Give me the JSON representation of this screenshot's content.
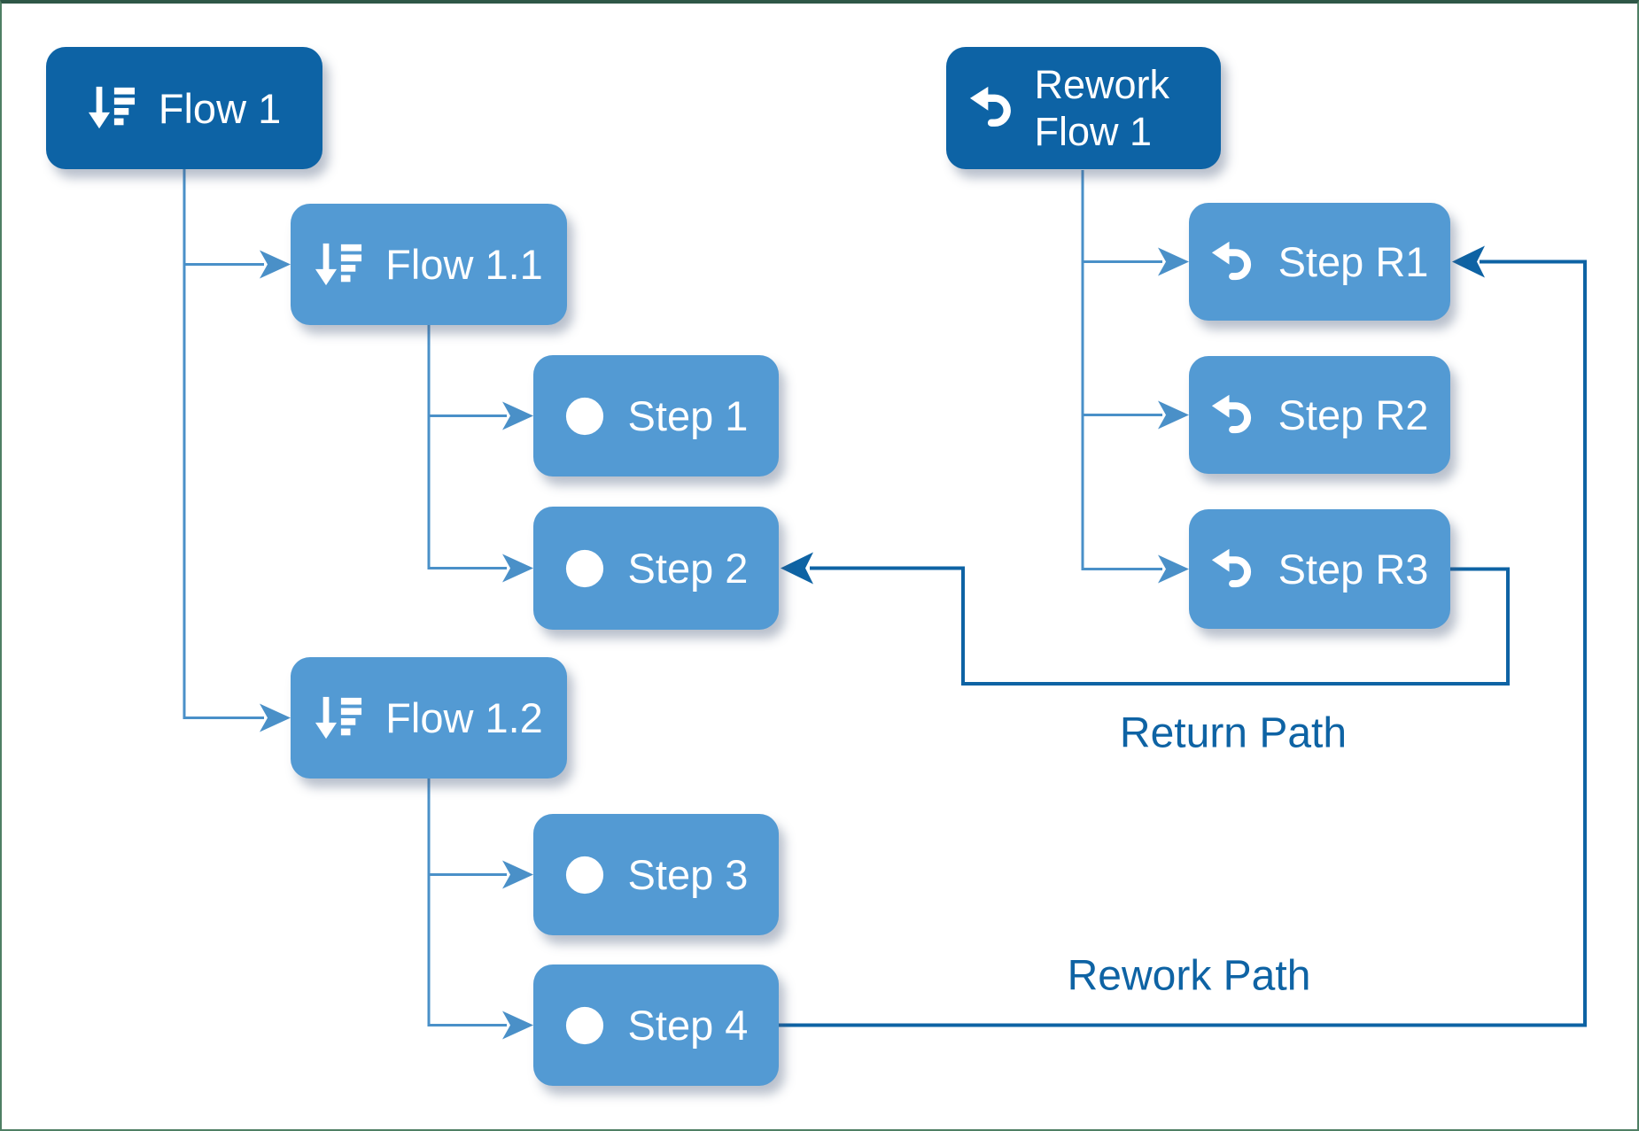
{
  "diagram": {
    "nodes": {
      "flow1": {
        "label": "Flow 1",
        "icon": "sort-descending-icon"
      },
      "flow11": {
        "label": "Flow 1.1",
        "icon": "sort-descending-icon"
      },
      "step1": {
        "label": "Step 1",
        "icon": "circle-icon"
      },
      "step2": {
        "label": "Step 2",
        "icon": "circle-icon"
      },
      "flow12": {
        "label": "Flow 1.2",
        "icon": "sort-descending-icon"
      },
      "step3": {
        "label": "Step 3",
        "icon": "circle-icon"
      },
      "step4": {
        "label": "Step 4",
        "icon": "circle-icon"
      },
      "reworkFlow1": {
        "label": "Rework Flow 1",
        "icon": "undo-icon"
      },
      "stepR1": {
        "label": "Step R1",
        "icon": "undo-icon"
      },
      "stepR2": {
        "label": "Step R2",
        "icon": "undo-icon"
      },
      "stepR3": {
        "label": "Step R3",
        "icon": "undo-icon"
      }
    },
    "edge_labels": {
      "return_path": "Return Path",
      "rework_path": "Rework Path"
    },
    "colors": {
      "dark_node": "#0d63a5",
      "light_node": "#539ad3",
      "light_connector": "#4a90c8",
      "dark_connector": "#0e63a4",
      "label_text": "#0e63a4",
      "frame_green": "#4f7f64"
    }
  }
}
